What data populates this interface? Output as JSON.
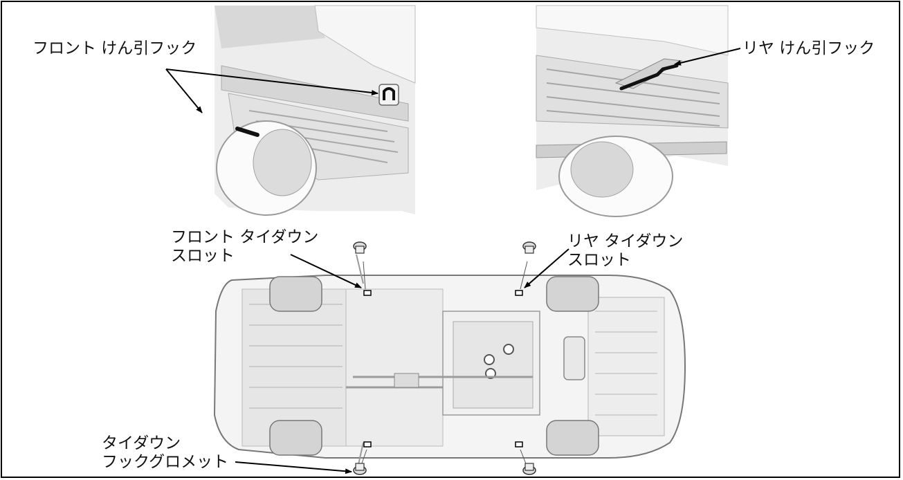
{
  "labels": {
    "front_tow_hook": "フロント けん引フック",
    "rear_tow_hook": "リヤ けん引フック",
    "front_tiedown_line1": "フロント タイダウン",
    "front_tiedown_line2": "スロット",
    "rear_tiedown_line1": "リヤ タイダウン",
    "rear_tiedown_line2": "スロット",
    "grommet_line1": "タイダウン",
    "grommet_line2": "フックグロメット"
  }
}
